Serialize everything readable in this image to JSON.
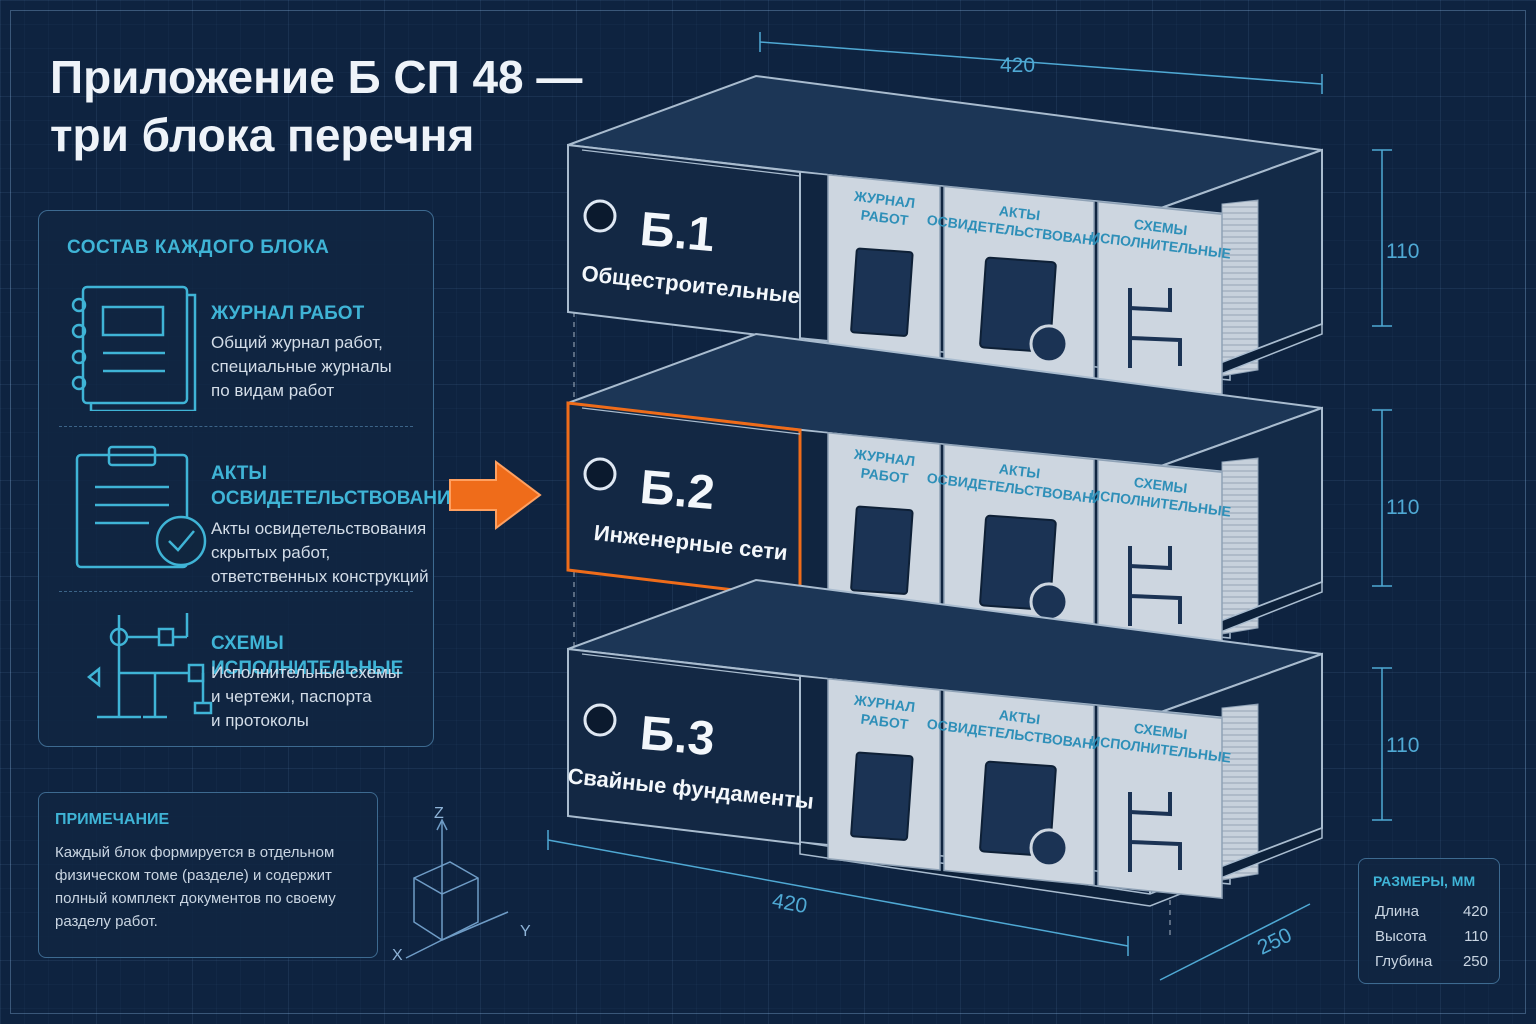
{
  "title": {
    "line1": "Приложение Б СП 48 —",
    "line2": "три блока перечня"
  },
  "legend": {
    "heading": "СОСТАВ КАЖДОГО БЛОКА",
    "items": [
      {
        "icon": "journal-icon",
        "title": "ЖУРНАЛ РАБОТ",
        "desc": [
          "Общий журнал работ,",
          "специальные журналы",
          "по видам работ"
        ]
      },
      {
        "icon": "clipboard-check-icon",
        "title_lines": [
          "АКТЫ",
          "ОСВИДЕТЕЛЬСТВОВАНИЯ"
        ],
        "desc": [
          "Акты освидетельствования",
          "скрытых работ,",
          "ответственных конструкций"
        ]
      },
      {
        "icon": "piping-scheme-icon",
        "title": "СХЕМЫ ИСПОЛНИТЕЛЬНЫЕ",
        "desc": [
          "Исполнительные схемы",
          "и чертежи, паспорта",
          "и протоколы"
        ]
      }
    ]
  },
  "note": {
    "heading": "ПРИМЕЧАНИЕ",
    "lines": [
      "Каждый блок формируется в отдельном",
      "физическом томе (разделе) и содержит",
      "полный комплект документов по своему",
      "разделу работ."
    ]
  },
  "axes": {
    "z": "Z",
    "y": "Y",
    "x": "X"
  },
  "blocks": [
    {
      "code": "Б.1",
      "name": "Общестроительные",
      "highlighted": false
    },
    {
      "code": "Б.2",
      "name": "Инженерные сети",
      "highlighted": true
    },
    {
      "code": "Б.3",
      "name": "Свайные фундаменты",
      "highlighted": false
    }
  ],
  "compartments": {
    "journal": [
      "ЖУРНАЛ",
      "РАБОТ"
    ],
    "acts": [
      "АКТЫ",
      "ОСВИДЕТЕЛЬСТВОВАНИЯ"
    ],
    "schemes": [
      "СХЕМЫ",
      "ИСПОЛНИТЕЛЬНЫЕ"
    ]
  },
  "dimension_labels": {
    "top_width": "420",
    "bottom_width": "420",
    "depth": "250",
    "heights": [
      "110",
      "110",
      "110"
    ]
  },
  "dims_table": {
    "heading": "РАЗМЕРЫ, ММ",
    "rows": [
      {
        "label": "Длина",
        "value": "420"
      },
      {
        "label": "Высота",
        "value": "110"
      },
      {
        "label": "Глубина",
        "value": "250"
      }
    ]
  },
  "colors": {
    "accent": "#3fb4d6",
    "highlight": "#ef6c1a",
    "label_bg": "#132844",
    "background": "#0f2442"
  }
}
